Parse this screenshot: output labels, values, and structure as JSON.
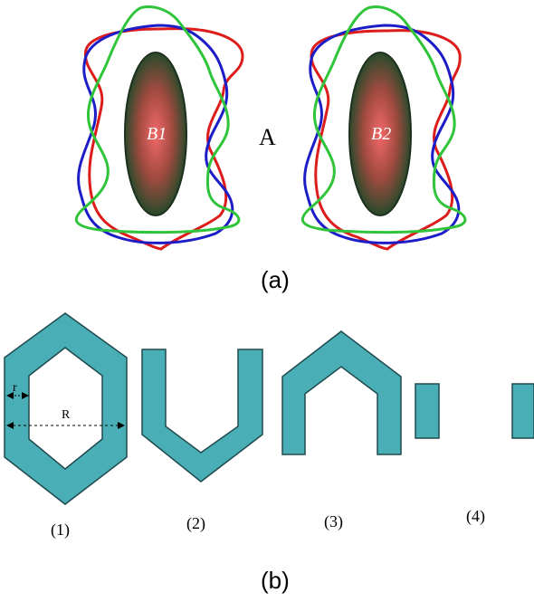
{
  "part_a": {
    "body_left_label": "B1",
    "body_right_label": "B2",
    "center_label": "A",
    "caption": "(a)",
    "curve_colors": {
      "red": "#dd1c1c",
      "blue": "#1d1dc8",
      "green": "#2fc43a"
    },
    "body_gradient": {
      "center": "#f26868",
      "edge": "#2b4a2b"
    }
  },
  "part_b": {
    "shape_color": "#4aaeb6",
    "labels": {
      "r": "r",
      "R": "R"
    },
    "item_labels": [
      "(1)",
      "(2)",
      "(3)",
      "(4)"
    ],
    "caption": "(b)"
  }
}
